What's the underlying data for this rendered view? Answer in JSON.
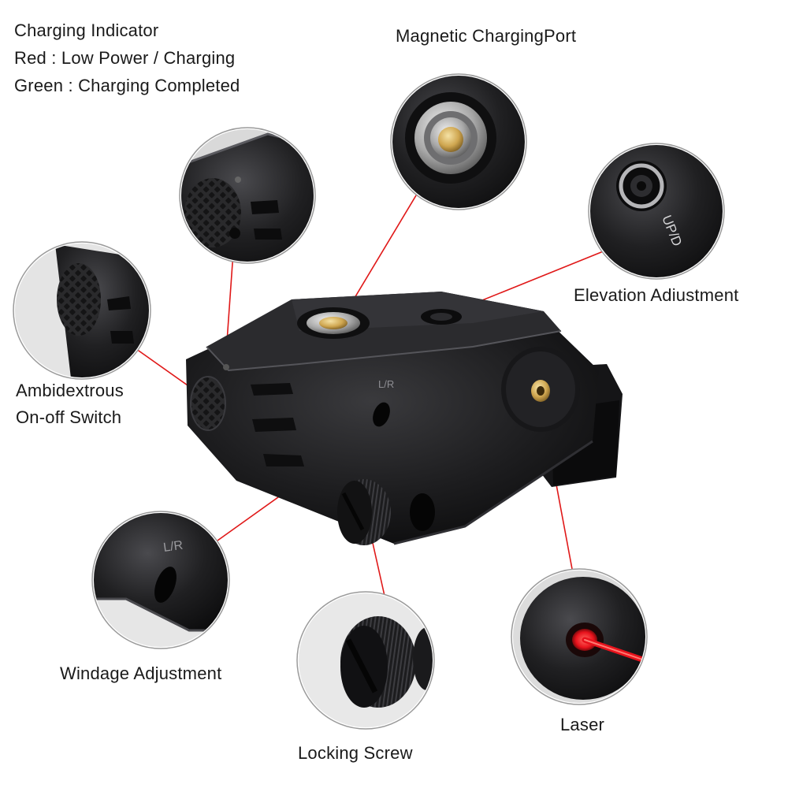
{
  "labels": {
    "charging_indicator": {
      "title": "Charging Indicator",
      "red": "Red : Low Power / Charging",
      "green": "Green : Charging Completed"
    },
    "magnetic_port": "Magnetic ChargingPort",
    "elevation": "Elevation Adiustment",
    "ambidextrous_line1": "Ambidextrous",
    "ambidextrous_line2": "On-off Switch",
    "windage": "Windage Adjustment",
    "locking_screw": "Locking Screw",
    "laser": "Laser"
  },
  "engravings": {
    "lr": "L/R",
    "updown": "UP/D"
  },
  "colors": {
    "leader_line": "#e01818",
    "body": "#1b1b1d",
    "brass": "#c9a24a",
    "laser_dot": "#e8121c"
  }
}
